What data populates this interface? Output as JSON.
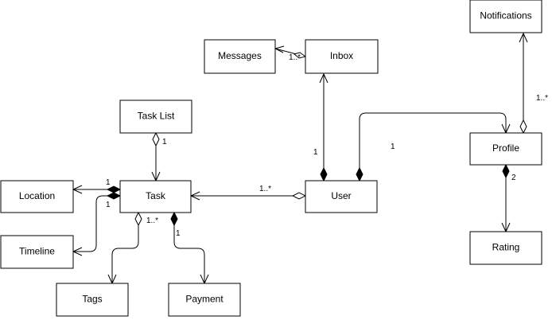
{
  "diagram": {
    "classes": {
      "notifications": "Notifications",
      "messages": "Messages",
      "inbox": "Inbox",
      "task_list": "Task List",
      "profile": "Profile",
      "location": "Location",
      "task": "Task",
      "user": "User",
      "timeline": "Timeline",
      "rating": "Rating",
      "tags": "Tags",
      "payment": "Payment"
    },
    "multiplicities": {
      "inbox_messages": "1..*",
      "user_inbox": "1",
      "user_profile": "1",
      "profile_notifications": "1..*",
      "tasklist_task": "1",
      "task_location": "1",
      "task_timeline": "1",
      "user_task": "1..*",
      "profile_rating": "2",
      "task_tags": "1..*",
      "task_payment": "1"
    }
  }
}
